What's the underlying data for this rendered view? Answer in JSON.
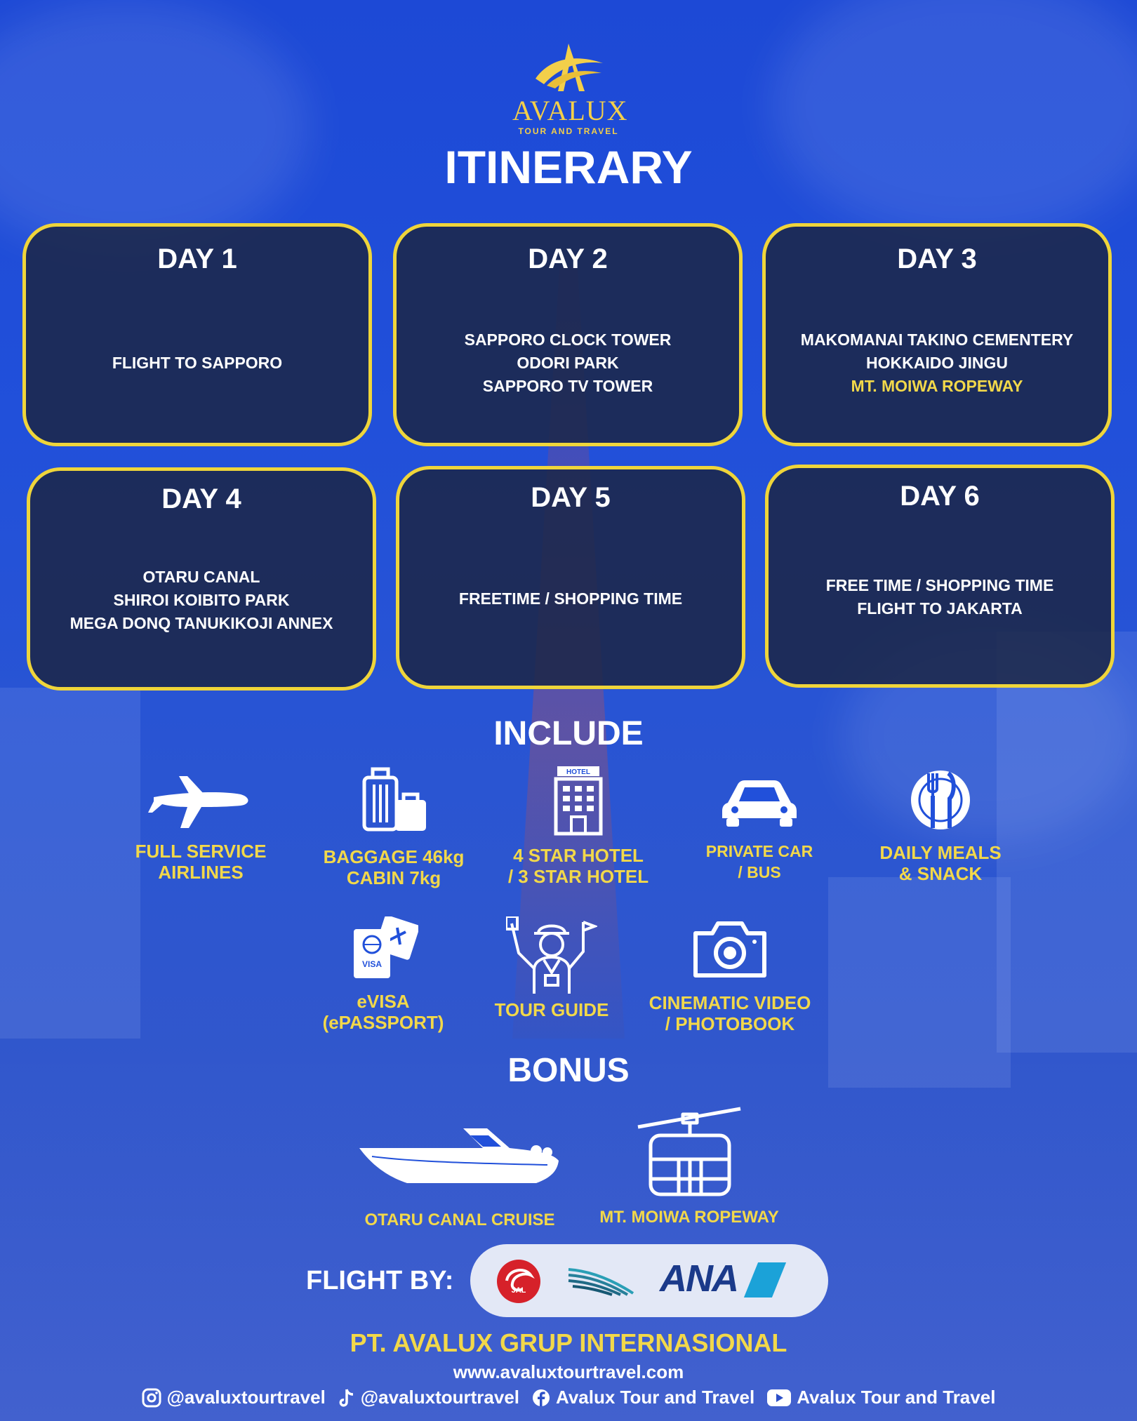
{
  "logo": {
    "brand": "AVALUX",
    "tagline": "TOUR AND TRAVEL"
  },
  "title": "ITINERARY",
  "days": [
    {
      "label": "DAY 1",
      "activities": [
        "FLIGHT TO SAPPORO"
      ]
    },
    {
      "label": "DAY 2",
      "activities": [
        "SAPPORO CLOCK TOWER",
        "ODORI PARK",
        "SAPPORO TV TOWER"
      ]
    },
    {
      "label": "DAY 3",
      "activities": [
        "MAKOMANAI TAKINO CEMENTERY",
        "HOKKAIDO JINGU",
        "MT. MOIWA ROPEWAY"
      ]
    },
    {
      "label": "DAY 4",
      "activities": [
        "OTARU CANAL",
        "SHIROI KOIBITO PARK",
        "MEGA DONQ TANUKIKOJI ANNEX"
      ]
    },
    {
      "label": "DAY 5",
      "activities": [
        "FREETIME / SHOPPING TIME"
      ]
    },
    {
      "label": "DAY 6",
      "activities": [
        "FREE TIME / SHOPPING TIME",
        "FLIGHT TO JAKARTA"
      ]
    }
  ],
  "include": {
    "title": "INCLUDE",
    "items": [
      {
        "icon": "airplane-icon",
        "line1": "FULL SERVICE",
        "line2": "AIRLINES"
      },
      {
        "icon": "luggage-icon",
        "line1": "BAGGAGE 46kg",
        "line2": "CABIN 7kg"
      },
      {
        "icon": "hotel-icon",
        "icon_text": "HOTEL",
        "line1": "4 STAR HOTEL",
        "line2": "/ 3 STAR HOTEL"
      },
      {
        "icon": "car-icon",
        "line1": "PRIVATE CAR",
        "line2": "/ BUS"
      },
      {
        "icon": "meals-icon",
        "line1": "DAILY MEALS",
        "line2": "& SNACK"
      },
      {
        "icon": "visa-icon",
        "icon_text": "VISA",
        "line1": "eVISA",
        "line2": "(ePASSPORT)"
      },
      {
        "icon": "tour-guide-icon",
        "line1": "TOUR GUIDE",
        "line2": ""
      },
      {
        "icon": "camera-icon",
        "line1": "CINEMATIC VIDEO",
        "line2": "/ PHOTOBOOK"
      }
    ]
  },
  "bonus": {
    "title": "BONUS",
    "items": [
      {
        "icon": "boat-icon",
        "label": "OTARU CANAL CRUISE"
      },
      {
        "icon": "ropeway-icon",
        "label": "MT. MOIWA ROPEWAY"
      }
    ]
  },
  "flight": {
    "label": "FLIGHT BY:",
    "airlines": [
      {
        "icon": "jal-logo-icon",
        "text": "JAL"
      },
      {
        "icon": "garuda-logo-icon",
        "text": ""
      },
      {
        "icon": "ana-logo-icon",
        "text": "ANA"
      }
    ]
  },
  "footer": {
    "company": "PT. AVALUX GRUP INTERNASIONAL",
    "website": "www.avaluxtourtravel.com",
    "socials": [
      {
        "icon": "instagram-icon",
        "handle": "@avaluxtourtravel"
      },
      {
        "icon": "tiktok-icon",
        "handle": "@avaluxtourtravel"
      },
      {
        "icon": "facebook-icon",
        "handle": "Avalux Tour and Travel"
      },
      {
        "icon": "youtube-icon",
        "handle": "Avalux Tour and Travel"
      }
    ]
  },
  "colors": {
    "accent": "#efd53a",
    "card": "#1c2646",
    "background": "#2150da"
  }
}
